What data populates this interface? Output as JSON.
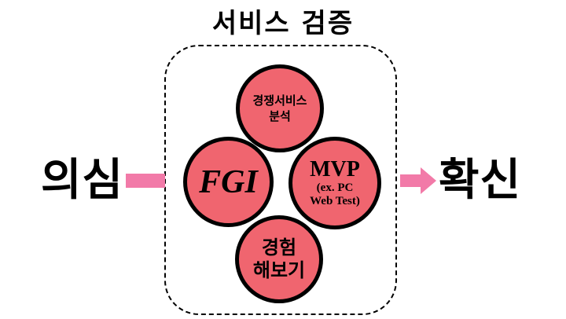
{
  "title": "서비스 검증",
  "left_word": "의심",
  "right_word": "확신",
  "circles": {
    "top": {
      "line1": "경쟁서비스",
      "line2": "분석"
    },
    "left": {
      "label": "FGI"
    },
    "right": {
      "label": "MVP",
      "sub1": "(ex. PC",
      "sub2": "Web Test)"
    },
    "bottom": {
      "line1": "경험",
      "line2": "해보기"
    }
  },
  "colors": {
    "circle_fill": "#f0656f",
    "arrow": "#f27aa8",
    "outline": "#000000"
  }
}
